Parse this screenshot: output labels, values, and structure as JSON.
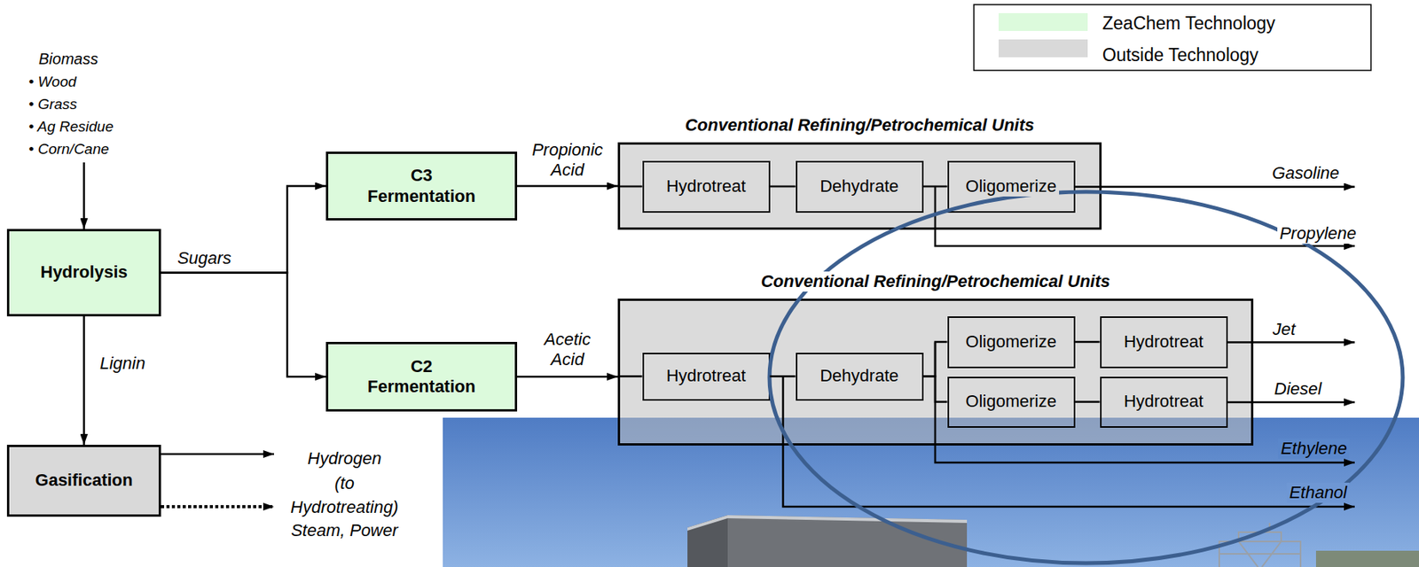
{
  "diagram": {
    "nodes": [
      {
        "text": [
          "Hydrolysis"
        ]
      },
      {
        "text": [
          "C3 Fermentation"
        ]
      },
      {
        "text": [
          "C2 Fermentation"
        ]
      },
      {
        "text": [
          "Gasification"
        ]
      },
      {
        "text": [
          "Conventional Refining/Petrochemical Units"
        ]
      },
      {
        "text": [
          "Hydrotreat"
        ],
        "in": 4
      },
      {
        "text": [
          "Dehydrate"
        ],
        "in": 4
      },
      {
        "text": [
          "Oligomerize"
        ],
        "in": 4
      },
      {
        "text": [
          "Conventional Refining/Petrochemical Units"
        ]
      },
      {
        "text": [
          "Hydrotreat"
        ],
        "in": 8
      },
      {
        "text": [
          "Dehydrate"
        ],
        "in": 8
      },
      {
        "text": [
          "Oligomerize"
        ],
        "in": 8
      },
      {
        "text": [
          "Hydrotreat"
        ],
        "in": 8
      },
      {
        "text": [
          "Oligomerize"
        ],
        "in": 8
      },
      {
        "text": [
          "Hydrotreat"
        ],
        "in": 8
      }
    ],
    "edges": [
      {
        "from": 0,
        "to": 1,
        "arrow": "to",
        "label": "Sugars"
      },
      {
        "from": 0,
        "to": 2,
        "arrow": "to"
      },
      {
        "from": 0,
        "to": 3,
        "arrow": "to",
        "label": "Lignin"
      },
      {
        "from": 1,
        "to": 4,
        "arrow": "to",
        "label": "Propionic Acid"
      },
      {
        "from": 4,
        "to": 5,
        "arrow": "none"
      },
      {
        "from": 5,
        "to": 6,
        "arrow": "none"
      },
      {
        "from": 6,
        "to": 7,
        "arrow": "none"
      },
      {
        "from": 2,
        "to": 8,
        "arrow": "to",
        "label": "Acetic Acid"
      },
      {
        "from": 8,
        "to": 9,
        "arrow": "none"
      },
      {
        "from": 9,
        "to": 10,
        "arrow": "none"
      },
      {
        "from": 10,
        "to": 11,
        "arrow": "none"
      },
      {
        "from": 10,
        "to": 13,
        "arrow": "none"
      },
      {
        "from": 11,
        "to": 12,
        "arrow": "none"
      },
      {
        "from": 13,
        "to": 14,
        "arrow": "none"
      }
    ],
    "labels": [
      "Biomass",
      "• Wood",
      "• Grass",
      "• Ag Residue",
      "• Corn/Cane",
      "Gasoline",
      "Propylene",
      "Jet",
      "Diesel",
      "Ethylene",
      "Ethanol",
      "Hydrogen",
      "(to Hydrotreating)",
      "Steam, Power"
    ],
    "legend": [
      {
        "text": "ZeaChem Technology",
        "color": "#dcfadc"
      },
      {
        "text": "Outside Technology",
        "color": "#d9d9d9"
      }
    ]
  }
}
